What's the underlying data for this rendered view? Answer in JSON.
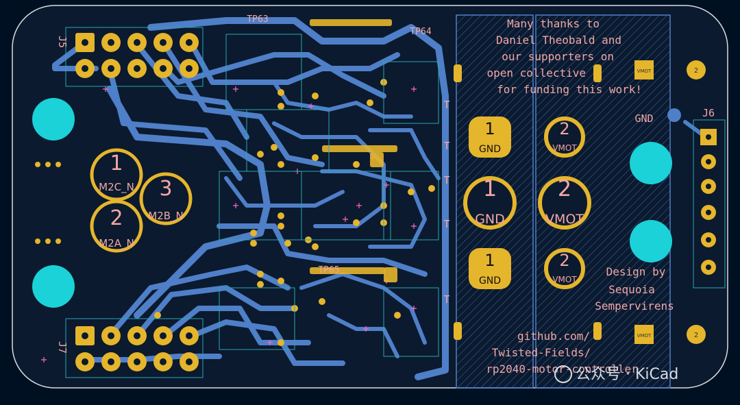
{
  "colors": {
    "background": "#001023",
    "board": "#0b1a2e",
    "edge": "#d9dde2",
    "copper": "#4f7fc8",
    "pad": "#e5b52c",
    "mounting_hole": "#1ad2d8",
    "silkscreen": "#f2a7a7",
    "courtyard": "#2aa7b5"
  },
  "silkscreen": {
    "thanks_lines": [
      "Many thanks to",
      "Daniel Theobald and",
      "our supporters on",
      "open collective",
      "for funding this work!"
    ],
    "design_lines": [
      "Design by",
      "Sequoia",
      "Sempervirens"
    ],
    "github_lines": [
      "github.com/",
      "Twisted-Fields/",
      "rp2040-motor-controller"
    ],
    "gnd_label": "GND",
    "ref_j5": "J5",
    "ref_j6": "J6",
    "ref_j7": "J7",
    "ref_tp": "TP64",
    "ref_tp_b": "TP63",
    "ref_tp_c": "TP65",
    "frag_t1": "T",
    "frag_t2": "T",
    "frag_t3": "T",
    "frag_t4": "T",
    "frag_t5": "T"
  },
  "terminals": {
    "large_gnd": {
      "num": "1",
      "label": "GND"
    },
    "large_vmot": {
      "num": "2",
      "label": "VMOT"
    },
    "top_gnd": {
      "num": "1",
      "label": "GND"
    },
    "top_vmot": {
      "num": "2",
      "label": "VMOT"
    },
    "bot_gnd": {
      "num": "1",
      "label": "GND"
    },
    "bot_vmot": {
      "num": "2",
      "label": "VMOT"
    }
  },
  "motor_pads": {
    "m2c": {
      "num": "1",
      "label": "M2C_N"
    },
    "m2b": {
      "num": "3",
      "label": "M2B_N"
    },
    "m2a": {
      "num": "2",
      "label": "M2A_N"
    }
  },
  "small_pads": {
    "top_vmot": "VMOT",
    "top_two": "2",
    "bot_vmot": "VMOT",
    "bot_two": "2"
  },
  "watermark": {
    "brand": "公众号 · KiCad"
  }
}
